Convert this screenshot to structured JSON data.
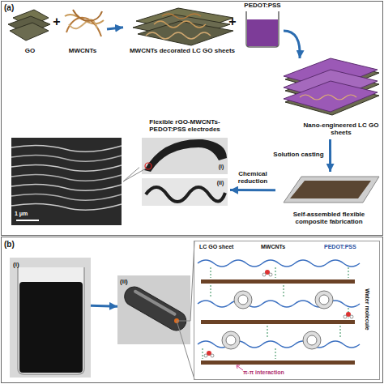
{
  "diagram": {
    "nodes": [
      {
        "text": [
          "(a)"
        ]
      },
      {
        "text": [
          "GO"
        ],
        "in": 0
      },
      {
        "text": [
          "MWCNTs"
        ],
        "in": 0
      },
      {
        "text": [
          "MWCNTs decorated LC GO sheets"
        ],
        "in": 0
      },
      {
        "text": [
          "PEDOT:PSS"
        ],
        "in": 0
      },
      {
        "text": [
          "Nano-engineered LC GO sheets"
        ],
        "in": 0
      },
      {
        "text": [
          "Self-assembled flexible composite fabrication"
        ],
        "in": 0
      },
      {
        "text": [
          "Flexible rGO-MWCNTs-PEDOT:PSS electrodes",
          "(i)",
          "(ii)"
        ],
        "in": 0
      },
      {
        "text": [
          "1 μm"
        ],
        "in": 0
      },
      {
        "text": [
          "(b)"
        ]
      },
      {
        "text": [
          "(i)"
        ],
        "in": 9
      },
      {
        "text": [
          "(ii)"
        ],
        "in": 9
      },
      {
        "text": [
          "LC GO sheet",
          "MWCNTs",
          "PEDOT:PSS",
          "Water molecule",
          "π-π interaction"
        ],
        "in": 9
      }
    ],
    "edges": [
      {
        "from": 2,
        "to": 3,
        "arrow": "to"
      },
      {
        "from": 4,
        "to": 5,
        "arrow": "to"
      },
      {
        "from": 5,
        "to": 6,
        "arrow": "to",
        "label": "Solution casting"
      },
      {
        "from": 6,
        "to": 7,
        "arrow": "to",
        "label": "Chemical reduction"
      },
      {
        "from": 7,
        "to": 8,
        "arrow": "none"
      },
      {
        "from": 10,
        "to": 11,
        "arrow": "to"
      },
      {
        "from": 11,
        "to": 12,
        "arrow": "none"
      }
    ],
    "labels": [
      "+",
      "+"
    ]
  }
}
